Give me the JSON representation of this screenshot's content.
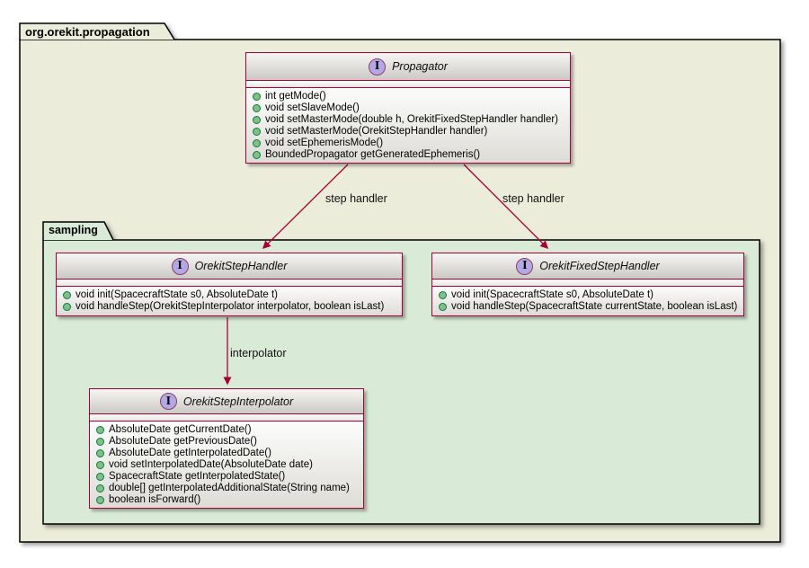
{
  "packages": {
    "outer": {
      "label": "org.orekit.propagation"
    },
    "inner": {
      "label": "sampling"
    }
  },
  "classes": {
    "propagator": {
      "spot": "I",
      "name": "Propagator",
      "methods": [
        "int getMode()",
        "void setSlaveMode()",
        "void setMasterMode(double h, OrekitFixedStepHandler handler)",
        "void setMasterMode(OrekitStepHandler handler)",
        "void setEphemerisMode()",
        "BoundedPropagator getGeneratedEphemeris()"
      ]
    },
    "stepHandler": {
      "spot": "I",
      "name": "OrekitStepHandler",
      "methods": [
        "void init(SpacecraftState s0, AbsoluteDate t)",
        "void handleStep(OrekitStepInterpolator interpolator, boolean isLast)"
      ]
    },
    "fixedStepHandler": {
      "spot": "I",
      "name": "OrekitFixedStepHandler",
      "methods": [
        "void init(SpacecraftState s0, AbsoluteDate t)",
        "void handleStep(SpacecraftState currentState, boolean isLast)"
      ]
    },
    "interpolator": {
      "spot": "I",
      "name": "OrekitStepInterpolator",
      "methods": [
        "AbsoluteDate getCurrentDate()",
        "AbsoluteDate getPreviousDate()",
        "AbsoluteDate getInterpolatedDate()",
        "void setInterpolatedDate(AbsoluteDate date)",
        "SpacecraftState getInterpolatedState()",
        "double[] getInterpolatedAdditionalState(String name)",
        "boolean isForward()"
      ]
    }
  },
  "edges": {
    "left": {
      "label": "step handler"
    },
    "right": {
      "label": "step handler"
    },
    "down": {
      "label": "interpolator"
    }
  },
  "colors": {
    "outer-fill": "#ececda",
    "inner-fill": "#d9ead6",
    "box-border": "#a80036",
    "arrow": "#a80036",
    "spot-fill": "#b4a7e6",
    "spot-border": "#8e3f62",
    "bullet-fill": "#84be84",
    "bullet-border": "#038048"
  }
}
